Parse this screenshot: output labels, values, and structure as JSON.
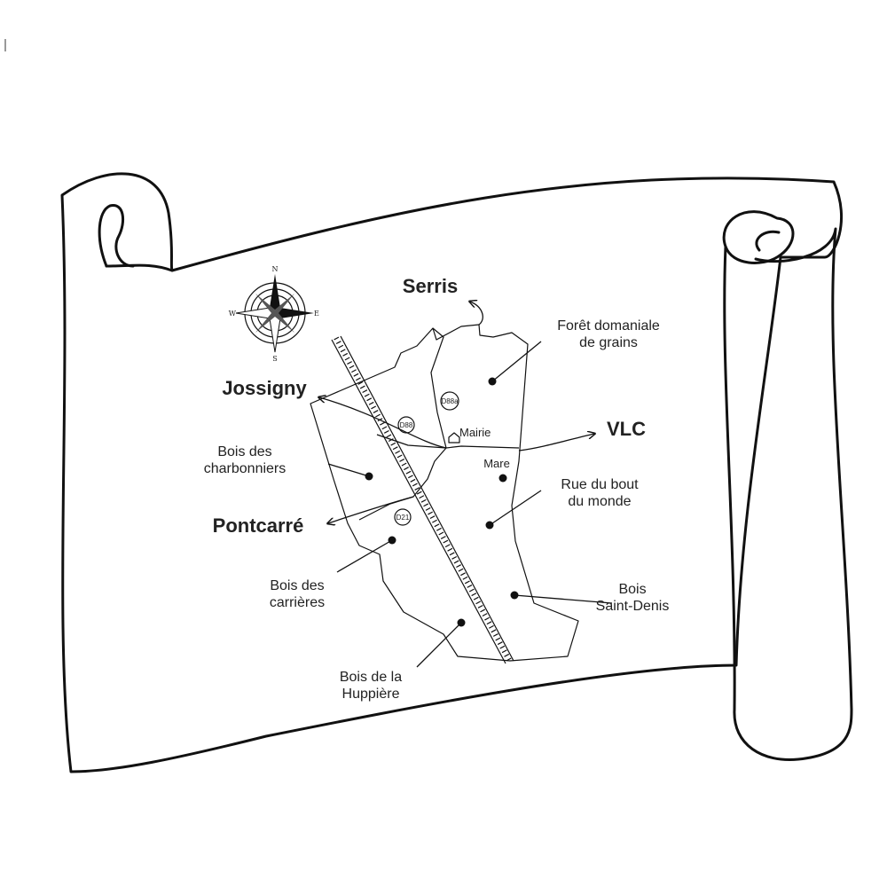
{
  "cities": {
    "serris": "Serris",
    "jossigny": "Jossigny",
    "vlc": "VLC",
    "pontcarre": "Pontcarré"
  },
  "places": {
    "foret": [
      "Forêt domaniale",
      "de grains"
    ],
    "charbonniers": [
      "Bois des",
      "charbonniers"
    ],
    "rue_bout": [
      "Rue du bout",
      "du monde"
    ],
    "carrieres": [
      "Bois des",
      "carrières"
    ],
    "saint_denis": [
      "Bois",
      "Saint-Denis"
    ],
    "huppiere": [
      "Bois de la",
      "Huppière"
    ]
  },
  "landmarks": {
    "mairie": "Mairie",
    "mare": "Mare"
  },
  "roads": {
    "d88": "D88",
    "d88a": "D88a",
    "d21": "D21"
  },
  "compass": {
    "n": "N",
    "s": "S",
    "e": "E",
    "w": "W"
  }
}
